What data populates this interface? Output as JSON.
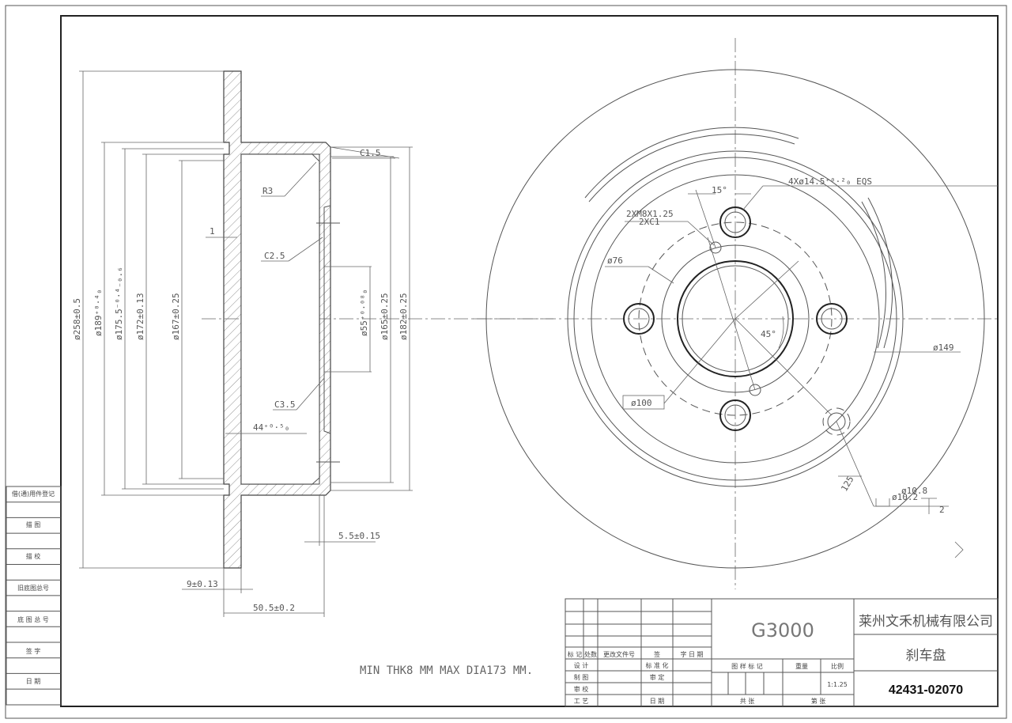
{
  "drawing": {
    "note": "MIN THK8 MM MAX DIA173 MM.",
    "section_dims": {
      "d258": "ø258±0.5",
      "d189": "ø189⁺⁰·⁴₀",
      "d175": "ø175.5⁻⁰·⁴₋₀.₆",
      "d172": "ø172±0.13",
      "d167": "ø167±0.25",
      "d55": "ø55⁺⁰·⁰⁸₀",
      "d165": "ø165±0.25",
      "d182": "ø182±0.25",
      "c15": "C1.5",
      "r3": "R3",
      "c25": "C2.5",
      "c35": "C3.5",
      "one": "1",
      "d44": "44⁺⁰·⁵₀",
      "d55w": "5.5±0.15",
      "d9": "9±0.13",
      "d505": "50.5±0.2"
    },
    "front_dims": {
      "holes": "4Xø14.5⁺⁰·²₀ EQS",
      "angle15": "15°",
      "thread1": "2XM8X1.25",
      "thread2": "2XC1",
      "d76": "ø76",
      "angle45": "45°",
      "d149": "ø149",
      "d100": "ø100",
      "d108": "ø10.8",
      "d102": "ø10.2",
      "chamfer": "125",
      "depth": "2"
    }
  },
  "title_block": {
    "model": "G3000",
    "company": "莱州文禾机械有限公司",
    "part_name": "刹车盘",
    "part_number": "42431-02070",
    "scale": "1:1.25",
    "rev_headers": [
      "标 记",
      "处数",
      "更改文件号",
      "签",
      "字 日 期"
    ],
    "sign_rows": [
      [
        "设 计",
        "标 准 化"
      ],
      [
        "制 图",
        "审 定"
      ],
      [
        "审 校",
        ""
      ],
      [
        "工 艺",
        "日 期"
      ]
    ],
    "meta_headers": [
      "图 样 标 记",
      "重量",
      "比例"
    ],
    "sheet": [
      "共 张",
      "第 张"
    ]
  },
  "side_panel": [
    "借(通)用件登记",
    "描 图",
    "描 校",
    "旧底图总号",
    "底 图 总 号",
    "签 字",
    "日 期"
  ]
}
